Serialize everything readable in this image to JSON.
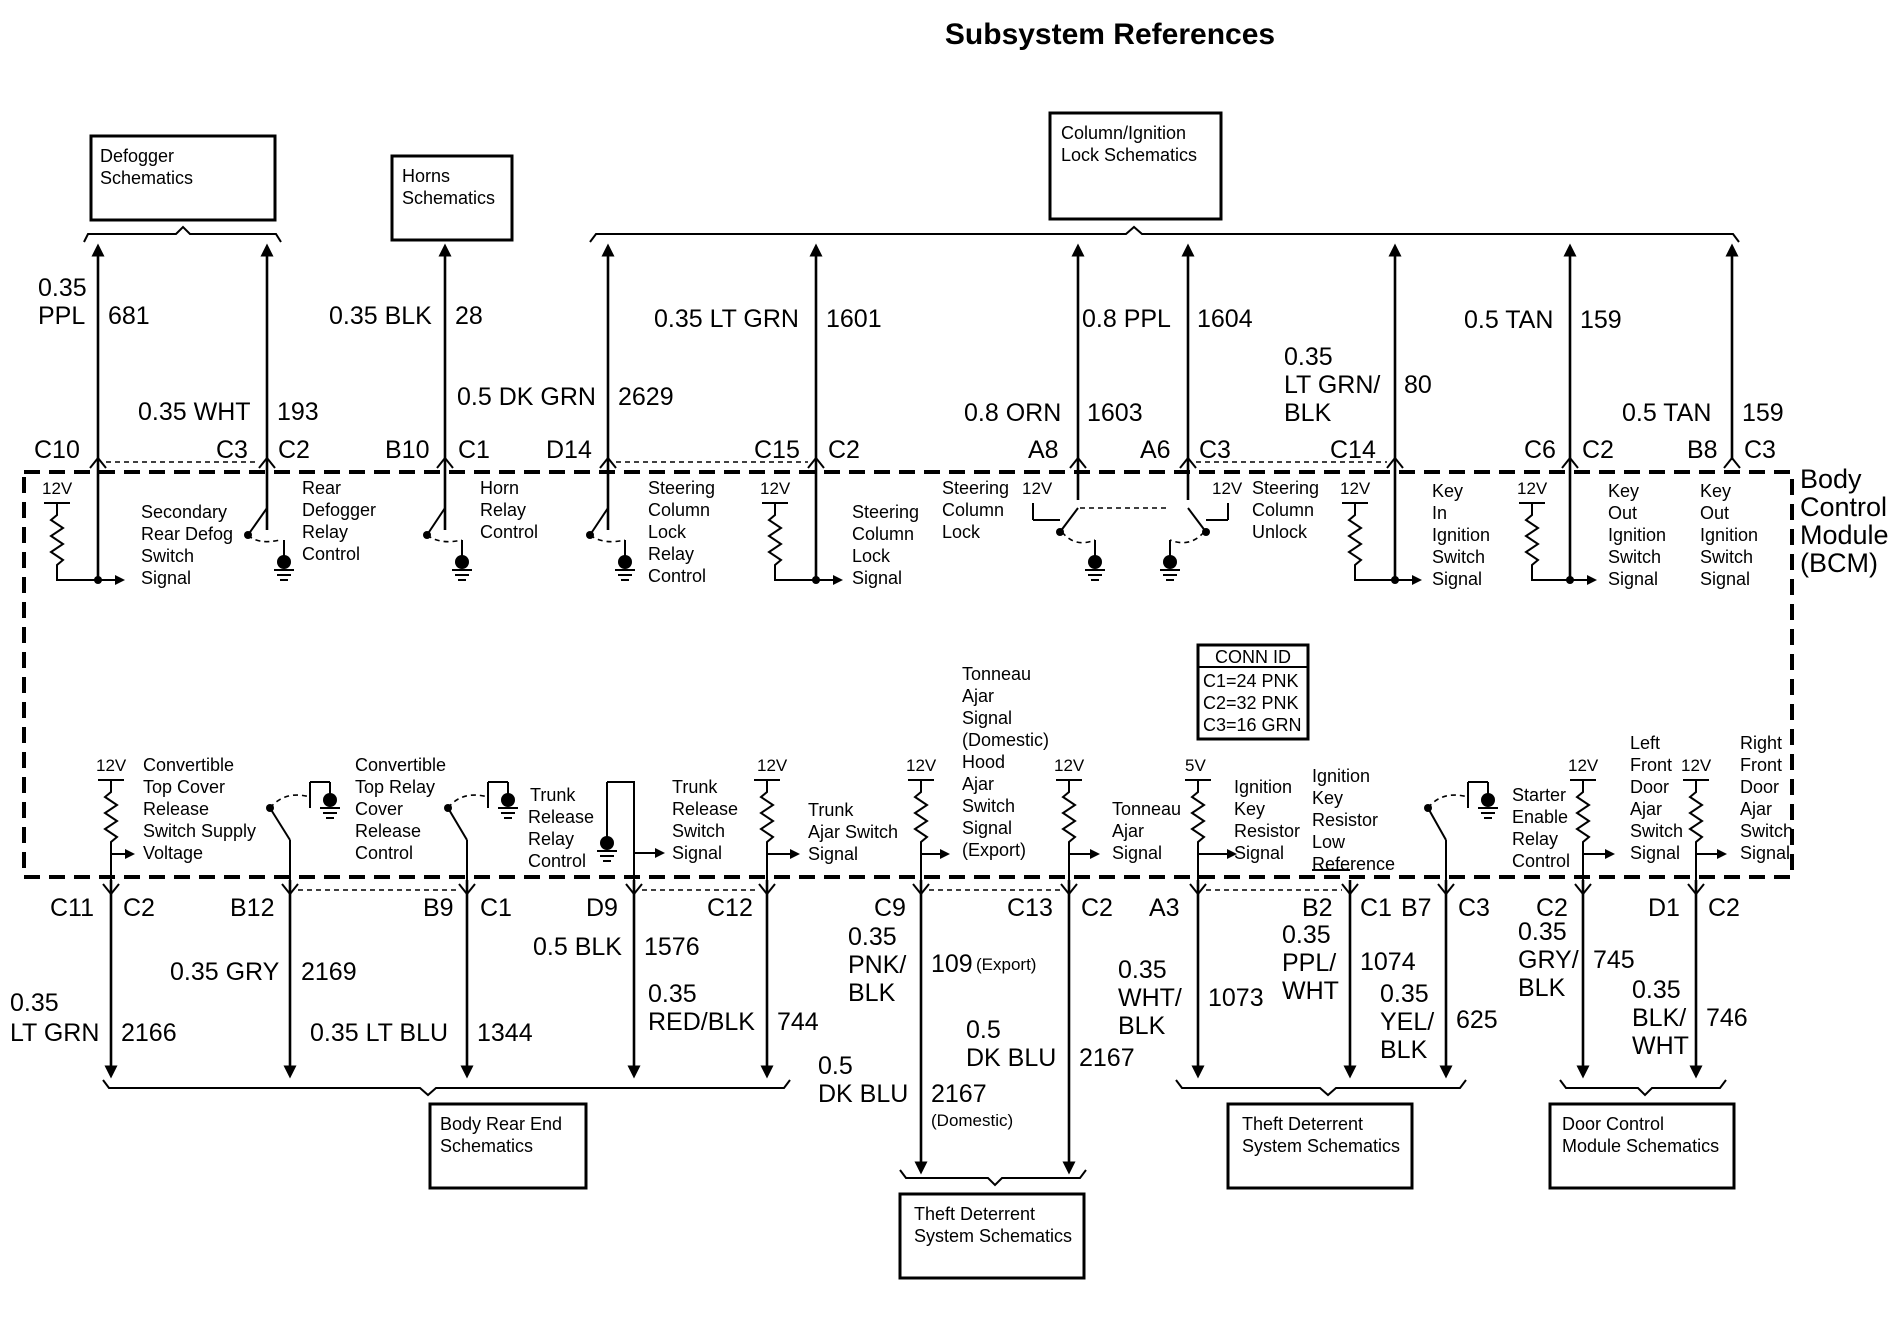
{
  "title": "Subsystem References",
  "module": [
    "Body",
    "Control",
    "Module",
    "(BCM)"
  ],
  "conn_id": {
    "header": "CONN ID",
    "lines": [
      "C1=24 PNK",
      "C2=32 PNK",
      "C3=16 GRN"
    ]
  },
  "boxes": {
    "defogger": [
      "Defogger",
      "Schematics"
    ],
    "horns": [
      "Horns",
      "Schematics"
    ],
    "column_lock": [
      "Column/Ignition",
      "Lock Schematics"
    ],
    "body_rear": [
      "Body Rear End",
      "Schematics"
    ],
    "theft_mid": [
      "Theft Deterrent",
      "System Schematics"
    ],
    "theft_right": [
      "Theft Deterrent",
      "System Schematics"
    ],
    "door_control": [
      "Door Control",
      "Module Schematics"
    ]
  },
  "top_connectors": [
    "C10",
    "C3",
    "C2",
    "B10",
    "C1",
    "D14",
    "C15",
    "C2",
    "A8",
    "A6",
    "C3",
    "C14",
    "C6",
    "C2",
    "B8",
    "C3"
  ],
  "bottom_connectors": [
    "C11",
    "C2",
    "B12",
    "B9",
    "C1",
    "D9",
    "C12",
    "C9",
    "C13",
    "C2",
    "A3",
    "B2",
    "C1",
    "B7",
    "C3",
    "C2",
    "D1",
    "C2"
  ],
  "top_wires": [
    {
      "gauge": [
        "0.35",
        "PPL"
      ],
      "circuit": "681"
    },
    {
      "gauge": [
        "0.35 WHT"
      ],
      "circuit": "193"
    },
    {
      "gauge": [
        "0.35 BLK"
      ],
      "circuit": "28"
    },
    {
      "gauge": [
        "0.5 DK GRN"
      ],
      "circuit": "2629"
    },
    {
      "gauge": [
        "0.35 LT GRN"
      ],
      "circuit": "1601"
    },
    {
      "gauge": [
        "0.8 ORN"
      ],
      "circuit": "1603"
    },
    {
      "gauge": [
        "0.8 PPL"
      ],
      "circuit": "1604"
    },
    {
      "gauge": [
        "0.35",
        "LT GRN/",
        "BLK"
      ],
      "circuit": "80"
    },
    {
      "gauge": [
        "0.5 TAN"
      ],
      "circuit": "159"
    },
    {
      "gauge": [
        "0.5 TAN"
      ],
      "circuit": "159"
    }
  ],
  "bottom_wires": [
    {
      "gauge": [
        "0.35",
        "LT GRN"
      ],
      "circuit": "2166"
    },
    {
      "gauge": [
        "0.35 GRY"
      ],
      "circuit": "2169"
    },
    {
      "gauge": [
        "0.35 LT BLU"
      ],
      "circuit": "1344"
    },
    {
      "gauge": [
        "0.5 BLK"
      ],
      "circuit": "1576"
    },
    {
      "gauge": [
        "0.35",
        "RED/BLK"
      ],
      "circuit": "744"
    },
    {
      "gauge": [
        "0.35",
        "PNK/",
        "BLK"
      ],
      "circuit": "109",
      "note": "(Export)"
    },
    {
      "gauge": [
        "0.5",
        "DK BLU"
      ],
      "circuit": "2167",
      "note": "(Domestic)"
    },
    {
      "gauge": [
        "0.5",
        "DK BLU"
      ],
      "circuit": "2167"
    },
    {
      "gauge": [
        "0.35",
        "WHT/",
        "BLK"
      ],
      "circuit": "1073"
    },
    {
      "gauge": [
        "0.35",
        "PPL/",
        "WHT"
      ],
      "circuit": "1074"
    },
    {
      "gauge": [
        "0.35",
        "YEL/",
        "BLK"
      ],
      "circuit": "625"
    },
    {
      "gauge": [
        "0.35",
        "GRY/",
        "BLK"
      ],
      "circuit": "745"
    },
    {
      "gauge": [
        "0.35",
        "BLK/",
        "WHT"
      ],
      "circuit": "746"
    }
  ],
  "top_labels": [
    [
      "Secondary",
      "Rear Defog",
      "Switch",
      "Signal"
    ],
    [
      "Rear",
      "Defogger",
      "Relay",
      "Control"
    ],
    [
      "Horn",
      "Relay",
      "Control"
    ],
    [
      "Steering",
      "Column",
      "Lock",
      "Relay",
      "Control"
    ],
    [
      "Steering",
      "Column",
      "Lock",
      "Signal"
    ],
    [
      "Steering",
      "Column",
      "Lock"
    ],
    [
      "Steering",
      "Column",
      "Unlock"
    ],
    [
      "Key",
      "In",
      "Ignition",
      "Switch",
      "Signal"
    ],
    [
      "Key",
      "Out",
      "Ignition",
      "Switch",
      "Signal"
    ],
    [
      "Key",
      "Out",
      "Ignition",
      "Switch",
      "Signal"
    ]
  ],
  "bottom_labels": [
    [
      "Convertible",
      "Top Cover",
      "Release",
      "Switch Supply",
      "Voltage"
    ],
    [
      "Convertible",
      "Top Relay",
      "Cover",
      "Release",
      "Control"
    ],
    [
      "Trunk",
      "Release",
      "Relay",
      "Control"
    ],
    [
      "Trunk",
      "Release",
      "Switch",
      "Signal"
    ],
    [
      "Trunk",
      "Ajar Switch",
      "Signal"
    ],
    [
      "Tonneau",
      "Ajar",
      "Signal",
      "(Domestic)",
      "Hood",
      "Ajar",
      "Switch",
      "Signal",
      "(Export)"
    ],
    [
      "Tonneau",
      "Ajar",
      "Signal"
    ],
    [
      "Ignition",
      "Key",
      "Resistor",
      "Signal"
    ],
    [
      "Ignition",
      "Key",
      "Resistor",
      "Low",
      "Reference"
    ],
    [
      "Starter",
      "Enable",
      "Relay",
      "Control"
    ],
    [
      "Left",
      "Front",
      "Door",
      "Ajar",
      "Switch",
      "Signal"
    ],
    [
      "Right",
      "Front",
      "Door",
      "Ajar",
      "Switch",
      "Signal"
    ]
  ],
  "voltages": {
    "v12": "12V",
    "v5": "5V"
  }
}
